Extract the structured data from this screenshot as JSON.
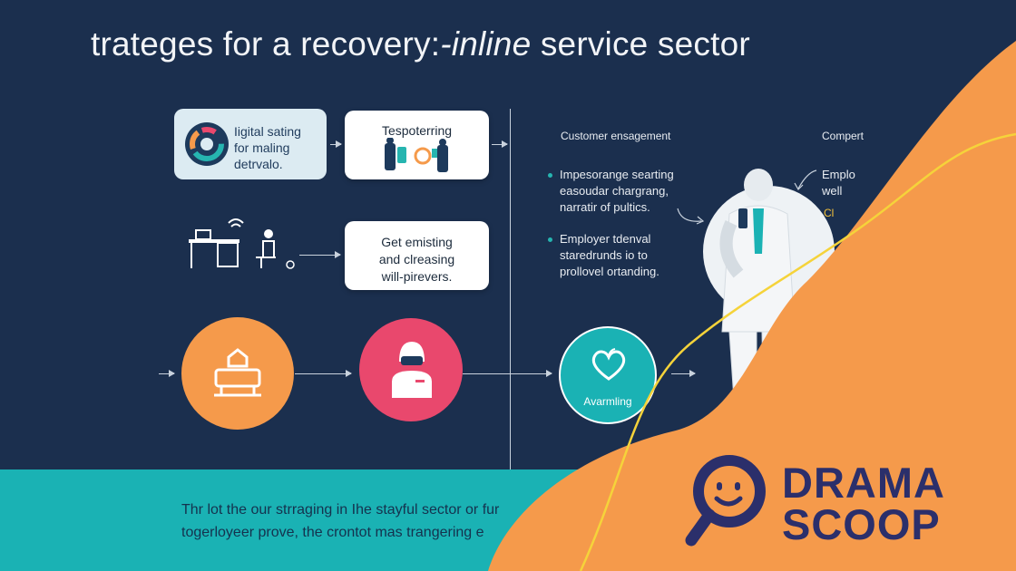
{
  "title": {
    "main": "trateges for a recovery:",
    "italic": "-inline",
    "end": " service sector"
  },
  "steps": {
    "box1": {
      "line1": "Iigital sating",
      "line2": "for maling",
      "line3": "detrvalo."
    },
    "box2": {
      "label": "Tespoterring"
    },
    "box3": {
      "line1": "Get emisting",
      "line2": "and clreasing",
      "line3": "will-pirevers."
    }
  },
  "customer": {
    "heading": "Customer ensagement",
    "bullet1": {
      "line1": "Impesorange searting",
      "line2": "easoudar chargrang,",
      "line3": "narratir of pultics."
    },
    "bullet2": {
      "line1": "Employer tdenval",
      "line2": "staredrunds io to",
      "line3": "prollovel ortanding."
    }
  },
  "right": {
    "heading": "Compert",
    "line1": "Emplo",
    "line2": "well",
    "highlight": "Cl"
  },
  "icons": {
    "heart_label": "Avarmling"
  },
  "bottom": {
    "line1": "Thr lot the our strraging in Ihe stayful sector or fur",
    "line2": "togerloyeer prove, the crontot mas trangering e"
  },
  "logo": {
    "line1": "DRAMA",
    "line2": "SCOOP"
  },
  "colors": {
    "background": "#1b2f4e",
    "teal": "#1ab2b4",
    "orange": "#f59a4b",
    "pink": "#e9486d",
    "logo": "#2b2f6b"
  }
}
